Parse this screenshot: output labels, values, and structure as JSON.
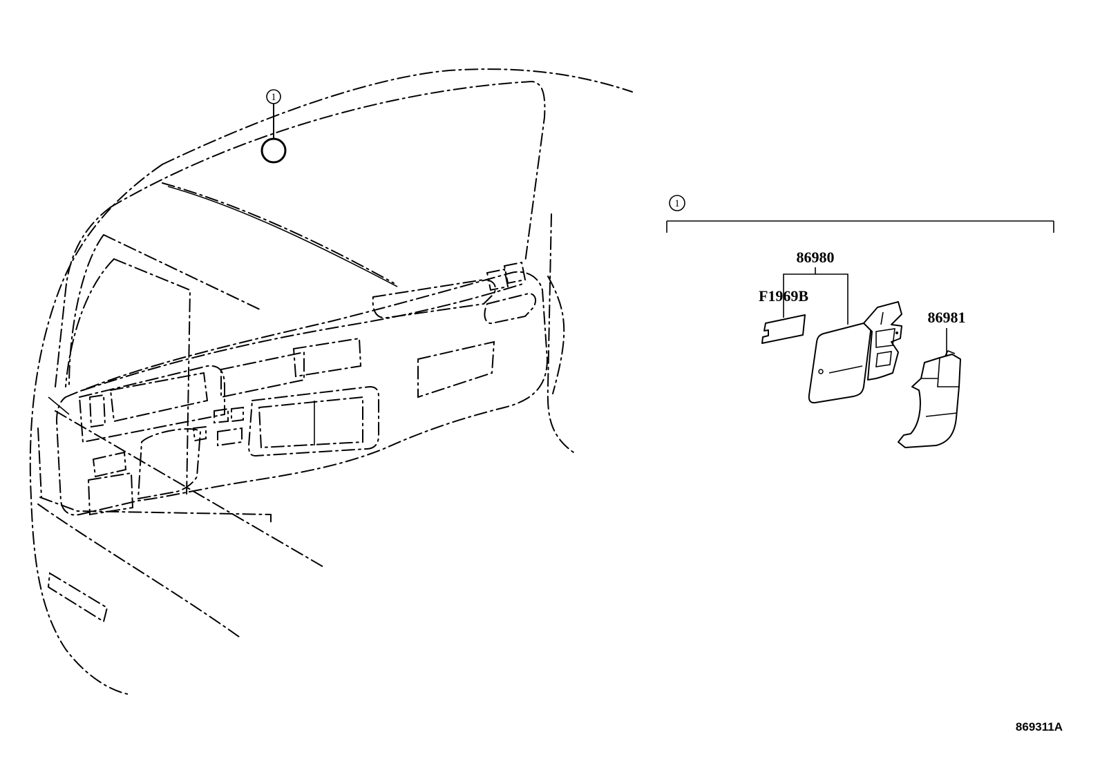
{
  "callouts": {
    "vehicle_ref": "1",
    "group_ref": "1"
  },
  "parts": {
    "module": "86980",
    "label": "F1969B",
    "cover": "86981"
  },
  "figure_id": "869311A"
}
